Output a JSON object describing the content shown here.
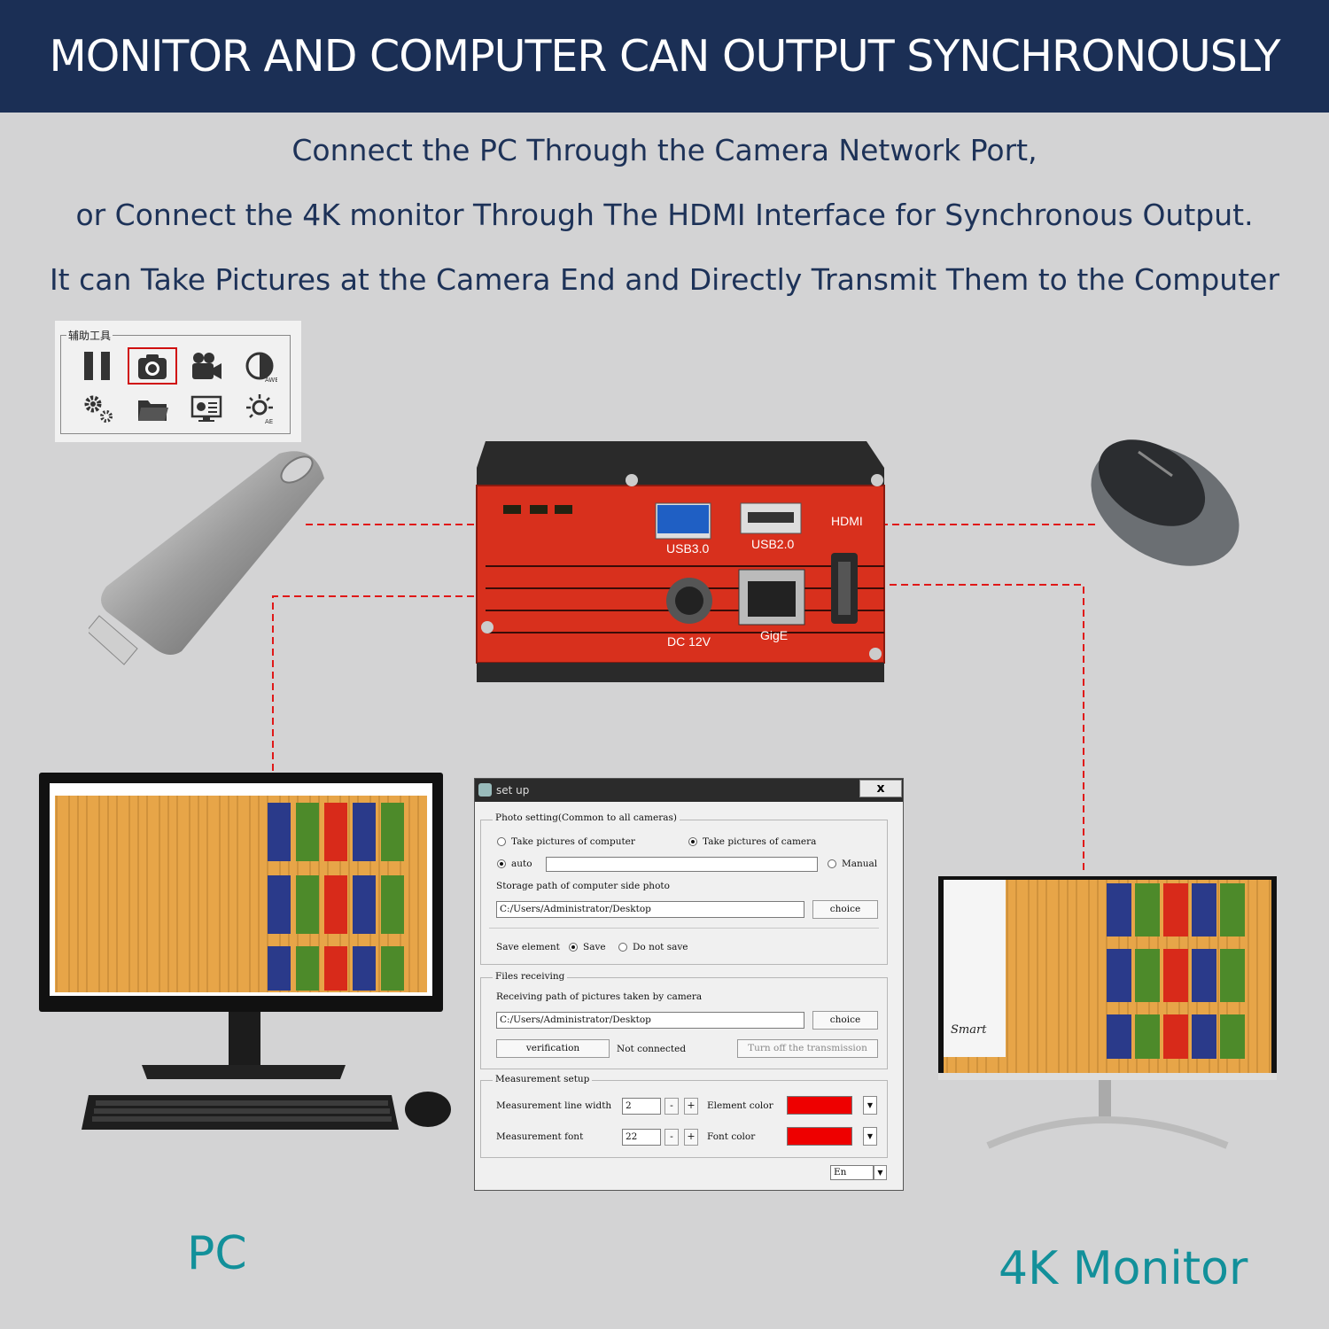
{
  "banner": {
    "title": "MONITOR AND COMPUTER CAN OUTPUT SYNCHRONOUSLY"
  },
  "subtitles": [
    "Connect the PC Through the Camera Network Port,",
    "or Connect the 4K monitor Through The HDMI Interface for Synchronous Output.",
    "It can Take Pictures at the Camera End and Directly Transmit Them to the Computer"
  ],
  "toolbox": {
    "title": "辅助工具",
    "icons": [
      "pause-icon",
      "camera-icon",
      "video-record-icon",
      "awb-icon",
      "settings-gear-icon",
      "folder-icon",
      "screen-capture-icon",
      "ae-brightness-icon"
    ]
  },
  "camera": {
    "ports": {
      "usb3": "USB3.0",
      "usb2": "USB2.0",
      "hdmi": "HDMI",
      "dc": "DC 12V",
      "gige": "GigE"
    }
  },
  "labels": {
    "pc": "PC",
    "monitor": "4K Monitor",
    "monitor_brand": "Smart"
  },
  "colors": {
    "banner": "#1b2f55",
    "subtitle": "#1d3258",
    "label": "#12909a",
    "camera": "#d8301d",
    "dashed_line": "#e01818"
  },
  "dialog": {
    "title": "set up",
    "close": "x",
    "photo_setting": {
      "legend": "Photo setting(Common to all cameras)",
      "take_computer": "Take pictures of computer",
      "take_camera": "Take pictures of camera",
      "auto": "auto",
      "manual": "Manual",
      "storage_label": "Storage path of computer side photo",
      "storage_path": "C:/Users/Administrator/Desktop",
      "choice": "choice",
      "save_element": "Save element",
      "save": "Save",
      "do_not_save": "Do not save"
    },
    "files_receiving": {
      "legend": "Files receiving",
      "receiving_label": "Receiving path of pictures taken by camera",
      "receiving_path": "C:/Users/Administrator/Desktop",
      "choice": "choice",
      "verification": "verification",
      "status": "Not connected",
      "turn_off": "Turn off the transmission"
    },
    "measurement": {
      "legend": "Measurement setup",
      "line_width_label": "Measurement line width",
      "line_width": "2",
      "element_color_label": "Element color",
      "font_label": "Measurement font",
      "font_size": "22",
      "font_color_label": "Font color",
      "minus": "-",
      "plus": "+"
    },
    "language": "En"
  }
}
